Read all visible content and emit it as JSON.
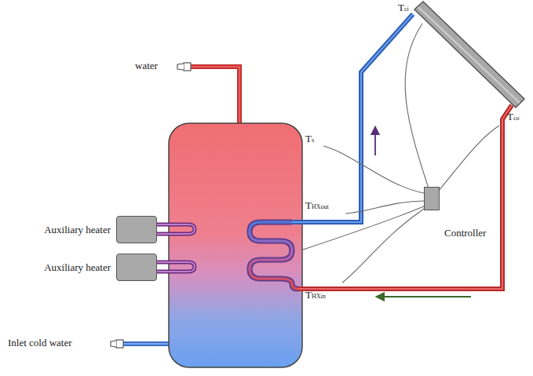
{
  "diagram": {
    "nodes": [
      {
        "text": [
          "Auxiliary heater"
        ]
      },
      {
        "text": [
          "Auxiliary heater"
        ]
      },
      {
        "text": [
          "Controller"
        ]
      }
    ],
    "labels": [
      "water",
      "Inlet cold water",
      "Ts",
      "THXout",
      "THXin",
      "Tci",
      "Tco"
    ]
  }
}
